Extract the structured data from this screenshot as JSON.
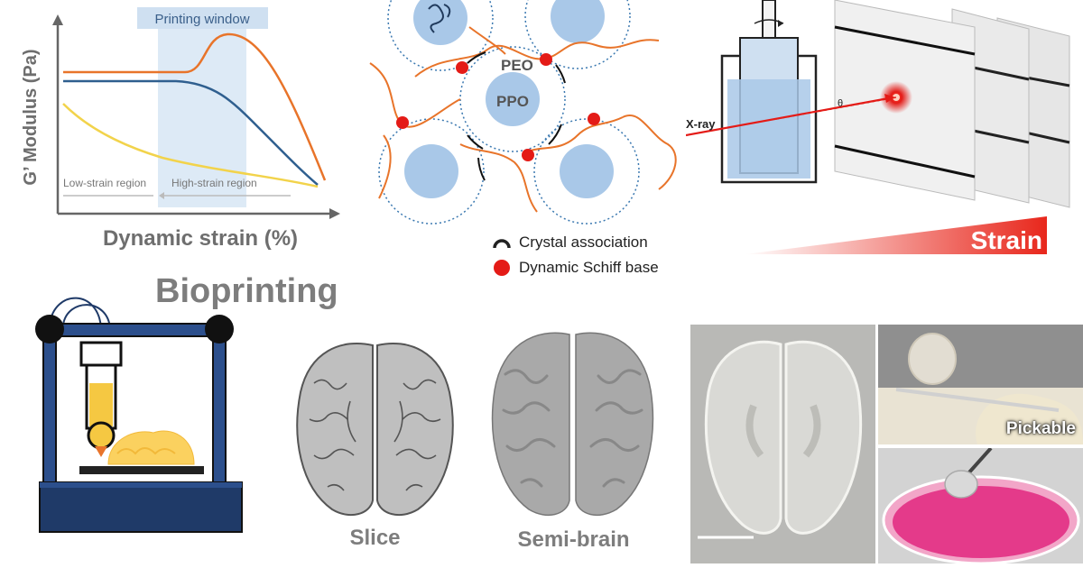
{
  "strain_plot": {
    "y_axis_label": "G’ Modulus (Pa)",
    "x_axis_label": "Dynamic strain (%)",
    "window_label": "Printing window",
    "low_region_label": "Low-strain region",
    "high_region_label": "High-strain region"
  },
  "micelle_schematic": {
    "shell_label": "PEO",
    "core_label": "PPO",
    "legend": [
      {
        "label": "Crystal association",
        "symbol": "arc",
        "color": "#222222"
      },
      {
        "label": "Dynamic Schiff base",
        "symbol": "dot",
        "color": "#e41b17"
      }
    ]
  },
  "xray_setup": {
    "beam_label": "X-ray",
    "angle_label": "θ",
    "gradient_label": "Strain"
  },
  "section_title": "Bioprinting",
  "brain_models": {
    "slice_label": "Slice",
    "semibrain_label": "Semi-brain"
  },
  "photo_panel": {
    "pickable_label": "Pickable"
  },
  "colors": {
    "orange_curve": "#e8742a",
    "blue_curve": "#2f5f8f",
    "yellow_curve": "#f2d34b",
    "core_blue": "#a9c8e8",
    "schiff_red": "#e41b17",
    "printer_navy": "#1f3a68"
  }
}
